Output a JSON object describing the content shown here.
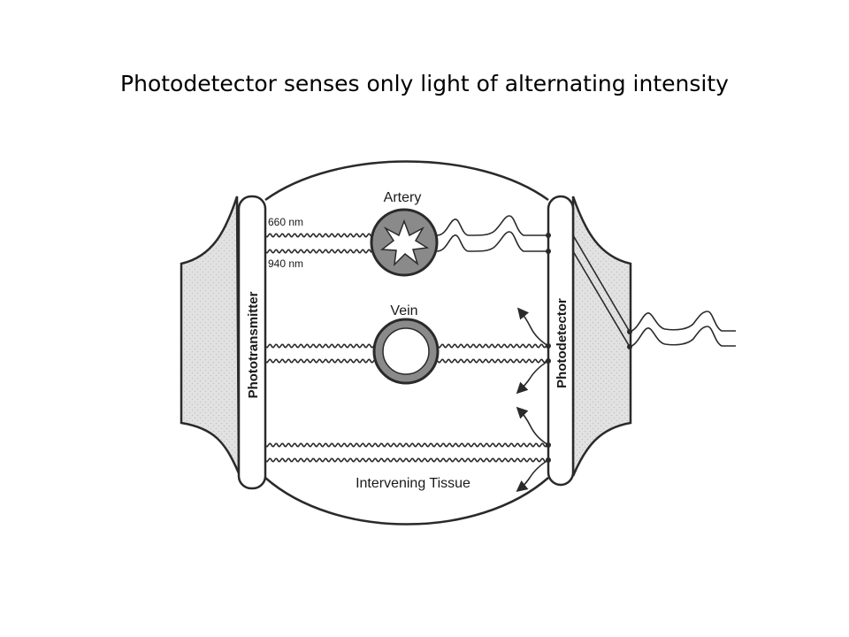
{
  "title": "Photodetector senses only light of alternating intensity",
  "diagram": {
    "labels": {
      "artery": "Artery",
      "vein": "Vein",
      "wavelength_1": "660 nm",
      "wavelength_2": "940 nm",
      "phototransmitter": "Phototransmitter",
      "photodetector": "Photodetector",
      "tissue": "Intervening Tissue"
    },
    "colors": {
      "line": "#2a2a2a",
      "tissue_fill": "#dcdcdc",
      "vessel_fill": "#8a8a8a",
      "background": "#ffffff"
    }
  }
}
